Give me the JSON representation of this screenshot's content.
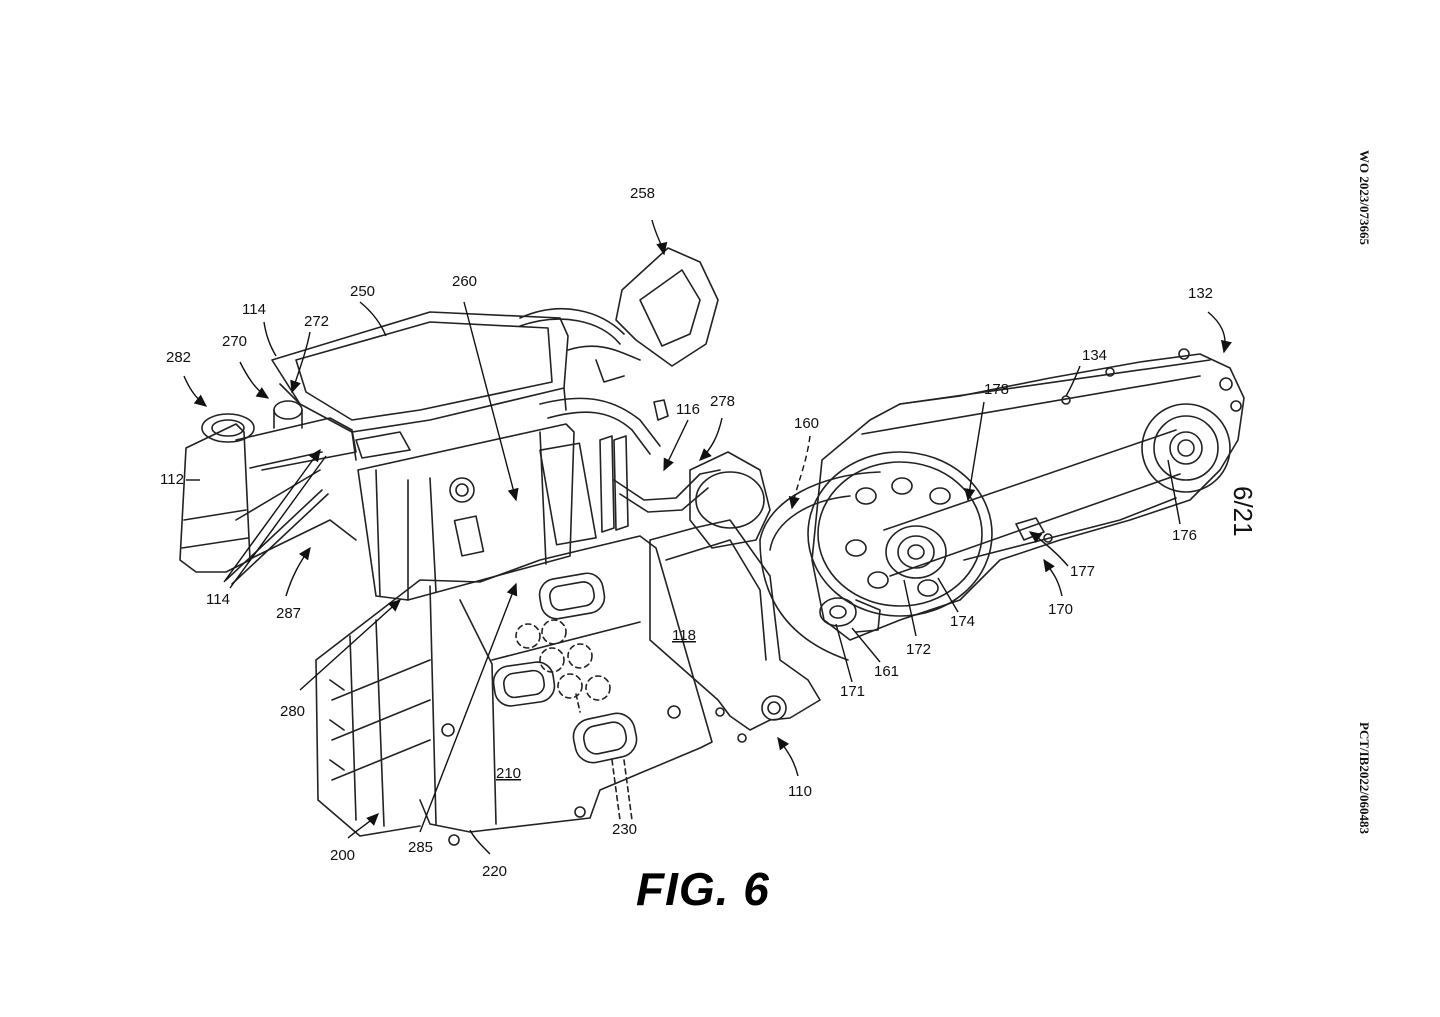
{
  "header": {
    "publication_number": "WO 2023/073665",
    "application_number": "PCT/IB2022/060483",
    "sheet": "6/21"
  },
  "figure": {
    "label": "FIG. 6"
  },
  "reference_numerals": {
    "n258": "258",
    "n250": "250",
    "n260": "260",
    "n114_top": "114",
    "n272": "272",
    "n282": "282",
    "n270": "270",
    "n112": "112",
    "n114_bottom": "114",
    "n287": "287",
    "n116": "116",
    "n278": "278",
    "n160": "160",
    "n178": "178",
    "n134": "134",
    "n132": "132",
    "n176": "176",
    "n177": "177",
    "n170": "170",
    "n174": "174",
    "n172": "172",
    "n161": "161",
    "n171": "171",
    "n118": "118",
    "n110": "110",
    "n280": "280",
    "n210": "210",
    "n230": "230",
    "n200": "200",
    "n285": "285",
    "n220": "220"
  }
}
